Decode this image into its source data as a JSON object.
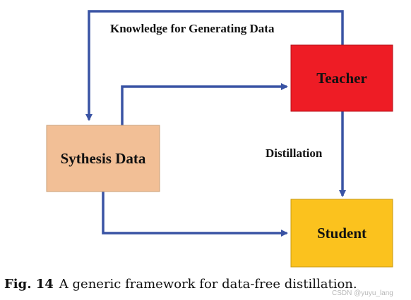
{
  "diagram": {
    "nodes": {
      "synthesis": {
        "label": "Sythesis Data",
        "fill": "#f2bf96",
        "stroke": "#c9a07a"
      },
      "teacher": {
        "label": "Teacher",
        "fill": "#ee1c25",
        "stroke": "#b51219"
      },
      "student": {
        "label": "Student",
        "fill": "#fbc21e",
        "stroke": "#c89a12"
      }
    },
    "edges": {
      "knowledge": {
        "label": "Knowledge for Generating Data"
      },
      "distillation": {
        "label": "Distillation"
      }
    },
    "arrow_color": "#3953a4"
  },
  "caption": {
    "fig_label": "Fig. 14",
    "text": "A generic framework for data-free distillation."
  },
  "watermark": "CSDN @yuyu_lang"
}
